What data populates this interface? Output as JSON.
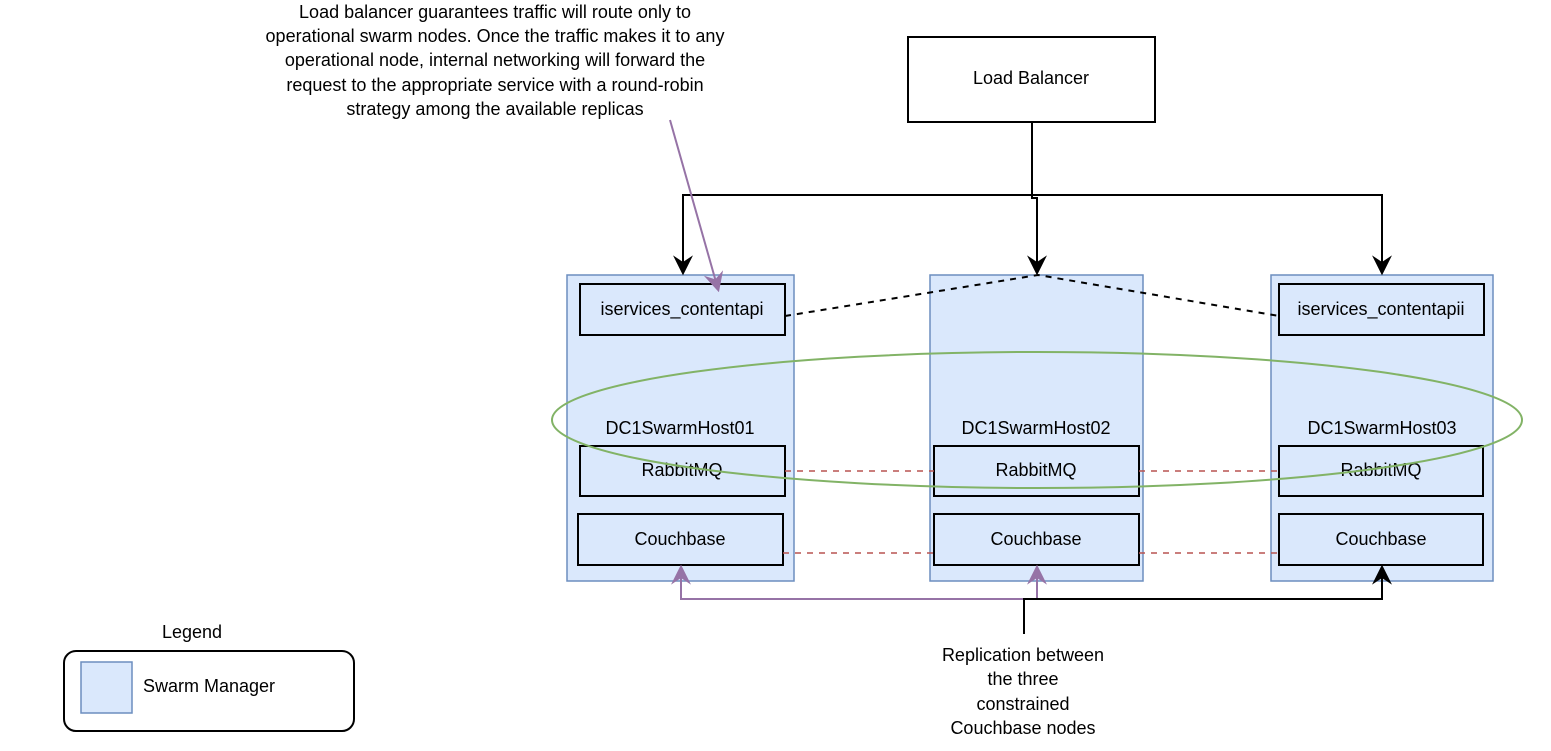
{
  "annotations": {
    "load_balancer_note": [
      "Load balancer guarantees traffic will route only to",
      "operational swarm nodes. Once the traffic makes it to any",
      "operational node, internal networking will forward the",
      "request to the appropriate service with a round-robin",
      "strategy among the available replicas"
    ],
    "replication_note": [
      "Replication between",
      "the three",
      "constrained",
      "Couchbase nodes"
    ]
  },
  "load_balancer": {
    "label": "Load Balancer"
  },
  "hosts": [
    {
      "name": "DC1SwarmHost01",
      "service": "iservices_contentapi",
      "rabbit": "RabbitMQ",
      "couch": "Couchbase"
    },
    {
      "name": "DC1SwarmHost02",
      "service": "",
      "rabbit": "RabbitMQ",
      "couch": "Couchbase"
    },
    {
      "name": "DC1SwarmHost03",
      "service": "iservices_contentapii",
      "rabbit": "RabbitMQ",
      "couch": "Couchbase"
    }
  ],
  "legend": {
    "title": "Legend",
    "items": [
      {
        "label": "Swarm Manager",
        "color": "#dae8fc"
      }
    ]
  },
  "colors": {
    "host_fill": "#dae8fc",
    "host_stroke": "#6c8ebf",
    "annotation_arrow": "#9673a6",
    "replication_dash": "#b85450",
    "cluster_ellipse": "#82b366"
  }
}
